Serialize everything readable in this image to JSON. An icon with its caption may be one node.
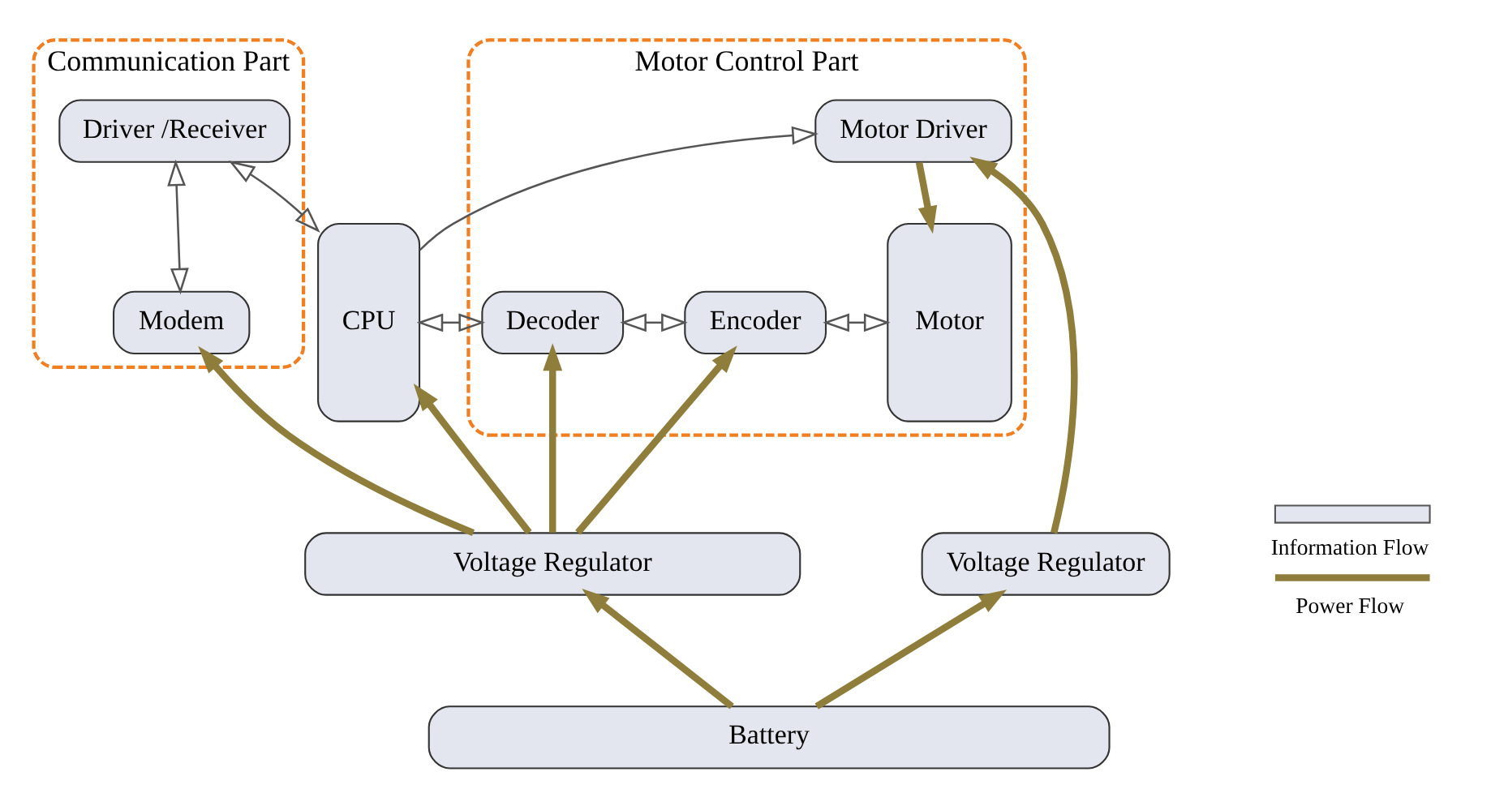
{
  "diagram": {
    "nodes": [
      {
        "text": [
          "Communication Part"
        ]
      },
      {
        "text": [
          "Driver /Receiver"
        ],
        "in": 0
      },
      {
        "text": [
          "Modem"
        ],
        "in": 0
      },
      {
        "text": [
          "CPU"
        ]
      },
      {
        "text": [
          "Motor Control Part"
        ]
      },
      {
        "text": [
          "Motor Driver"
        ],
        "in": 4
      },
      {
        "text": [
          "Motor"
        ],
        "in": 4
      },
      {
        "text": [
          "Decoder"
        ],
        "in": 4
      },
      {
        "text": [
          "Encoder"
        ],
        "in": 4
      },
      {
        "text": [
          "Voltage Regulator"
        ]
      },
      {
        "text": [
          "Voltage Regulator"
        ]
      },
      {
        "text": [
          "Battery"
        ]
      }
    ],
    "edges": [
      {
        "from": 1,
        "to": 2,
        "arrow": "both",
        "color": "#555555"
      },
      {
        "from": 1,
        "to": 3,
        "arrow": "both",
        "color": "#555555"
      },
      {
        "from": 3,
        "to": 5,
        "arrow": "to",
        "color": "#555555"
      },
      {
        "from": 5,
        "to": 6,
        "arrow": "to"
      },
      {
        "from": 3,
        "to": 7,
        "arrow": "both",
        "color": "#555555"
      },
      {
        "from": 7,
        "to": 8,
        "arrow": "both",
        "color": "#555555"
      },
      {
        "from": 8,
        "to": 6,
        "arrow": "both",
        "color": "#555555"
      },
      {
        "from": 9,
        "to": 2,
        "arrow": "to"
      },
      {
        "from": 9,
        "to": 3,
        "arrow": "to"
      },
      {
        "from": 9,
        "to": 7,
        "arrow": "to"
      },
      {
        "from": 9,
        "to": 8,
        "arrow": "to"
      },
      {
        "from": 10,
        "to": 5,
        "arrow": "to"
      },
      {
        "from": 11,
        "to": 9,
        "arrow": "to"
      },
      {
        "from": 11,
        "to": 10,
        "arrow": "to"
      }
    ],
    "legend": [
      {
        "text": "Information Flow"
      },
      {
        "text": "Power Flow"
      }
    ]
  }
}
